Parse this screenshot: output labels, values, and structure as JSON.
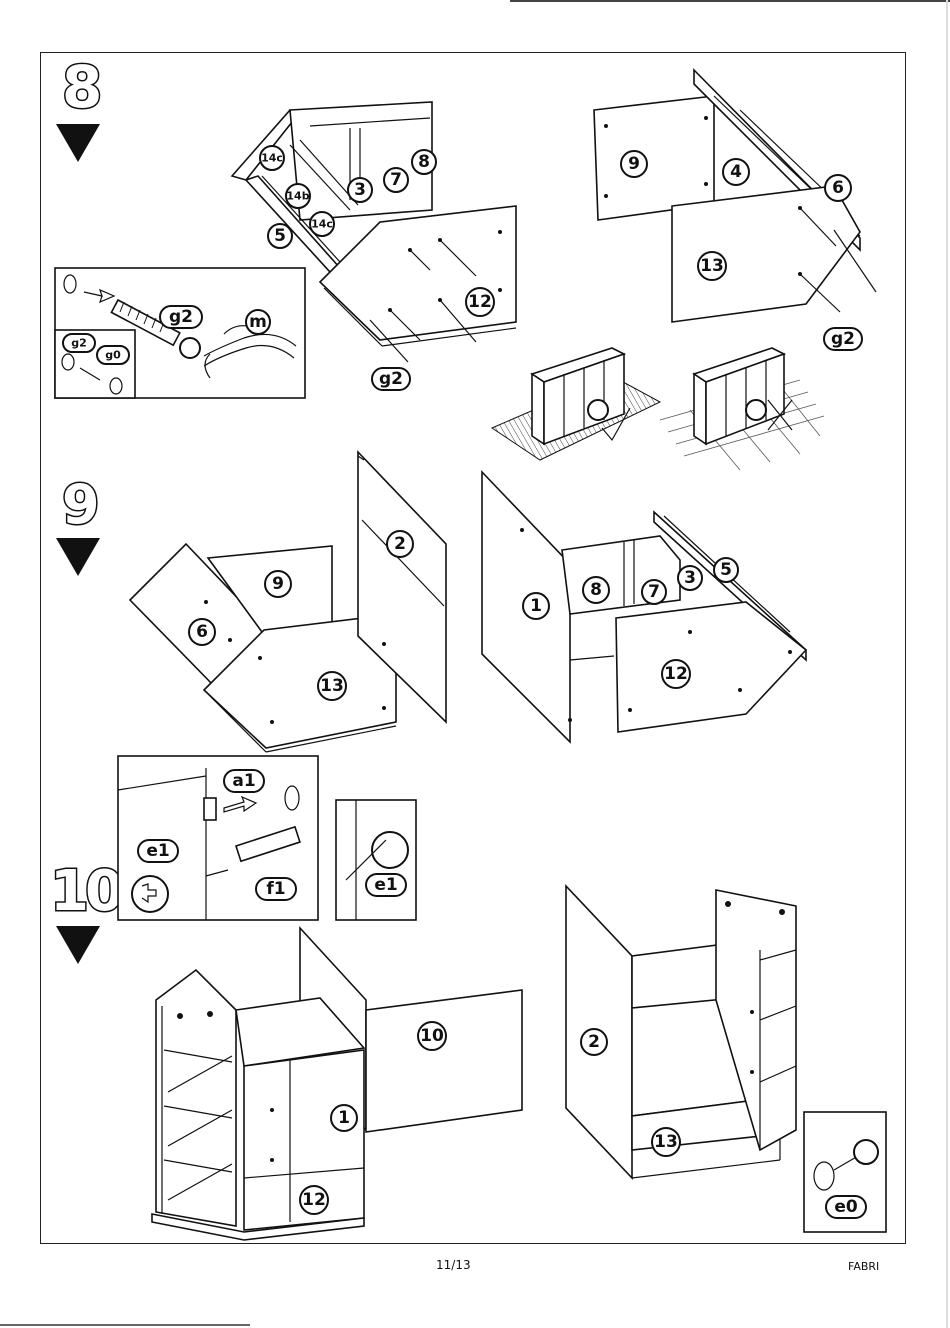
{
  "steps": [
    {
      "number": "8"
    },
    {
      "number": "9"
    },
    {
      "number": "10"
    }
  ],
  "labels": {
    "p14c_a": "14c",
    "p14b": "14b",
    "p14c_b": "14c",
    "p3_a": "3",
    "p7_a": "7",
    "p8_a": "8",
    "p5_a": "5",
    "p12_a": "12",
    "g2_a": "g2",
    "g2_b": "g2",
    "g0": "g0",
    "m": "m",
    "g2_c": "g2",
    "p9_a": "9",
    "p4": "4",
    "p6_a": "6",
    "p13_a": "13",
    "g2_d": "g2",
    "p2_a": "2",
    "p9_b": "9",
    "p6_b": "6",
    "p13_b": "13",
    "p1_a": "1",
    "p8_b": "8",
    "p7_b": "7",
    "p3_b": "3",
    "p5_b": "5",
    "p12_b": "12",
    "a1": "a1",
    "e1_a": "e1",
    "f1": "f1",
    "e1_b": "e1",
    "p10": "10",
    "p1_b": "1",
    "p12_c": "12",
    "p2_b": "2",
    "p13_c": "13",
    "e0": "e0"
  },
  "footer": {
    "page": "11/13",
    "product": "FABRI"
  }
}
